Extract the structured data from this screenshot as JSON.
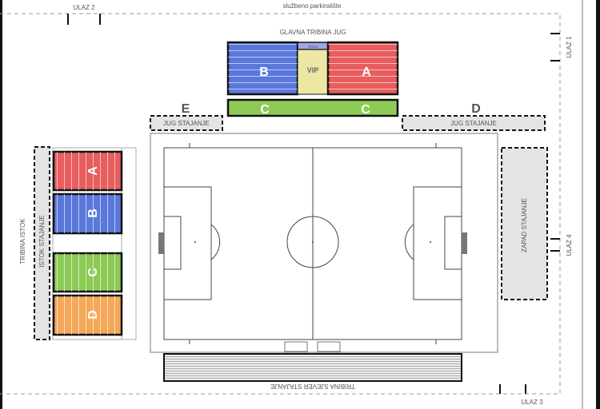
{
  "top_label": "službeno parkiralište",
  "entrances": {
    "ulaz1": "ULAZ 1",
    "ulaz2": "ULAZ 2",
    "ulaz3": "ULAZ 3",
    "ulaz4": "ULAZ 4"
  },
  "south_stand": {
    "title": "GLAVNA TRIBINA JUG",
    "sector_b": "B",
    "press": "press",
    "vip": "VIP",
    "sector_a": "A",
    "sector_c": "C"
  },
  "zones": {
    "e": "E",
    "d": "D"
  },
  "standing": {
    "jug_left": "JUG STAJANJE",
    "jug_right": "JUG STAJANJE",
    "istok": "ISTOK STAJANJE",
    "zapad": "ZAPAD STAJANJE",
    "sjever": "TRIBINA SJEVER STAJANJE"
  },
  "east_stand": {
    "title": "TRIBINA ISTOK",
    "sectors": [
      "A",
      "B",
      "C",
      "D"
    ]
  },
  "colors": {
    "red": "#e85d5d",
    "blue": "#5a78dc",
    "green": "#8dcb56",
    "orange": "#f5a85a",
    "vip": "#ece7a2",
    "press": "#a0a6ec",
    "standing": "#e4e4e4"
  }
}
